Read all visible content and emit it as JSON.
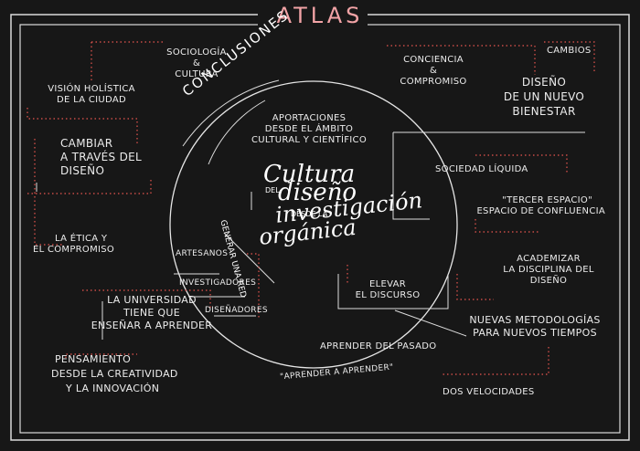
{
  "title": "ATLAS",
  "center": {
    "line1": "Cultura",
    "line2_small": "DEL",
    "line2": "diseño",
    "line3_small": "DESDE LA",
    "line3": "investigación",
    "line4": "orgánica"
  },
  "ring": {
    "conclusiones": "CONCLUSIONES",
    "generar": "GENERAR UNA RED",
    "aportaciones": [
      "APORTACIONES",
      "DESDE EL ÁMBITO",
      "CULTURAL Y CIENTÍFICO"
    ]
  },
  "nodes": {
    "sociologia": [
      "SOCIOLOGÍA",
      "&",
      "CULTURA"
    ],
    "vision": [
      "VISIÓN HOLÍSTICA",
      "DE LA CIUDAD"
    ],
    "cambiar": [
      "CAMBIAR",
      "A TRAVÉS DEL",
      "DISEÑO"
    ],
    "etica": [
      "LA ÉTICA Y",
      "EL COMPROMISO"
    ],
    "universidad": [
      "LA UNIVERSIDAD",
      "TIENE QUE",
      "ENSEÑAR A APRENDER"
    ],
    "pensamiento": [
      "PENSAMIENTO",
      "DESDE LA CREATIVIDAD",
      "Y LA INNOVACIÓN"
    ],
    "artesanos": "ARTESANOS",
    "investigadores": "INVESTIGADORES",
    "disenadores": "DISEÑADORES",
    "conciencia": [
      "CONCIENCIA",
      "&",
      "COMPROMISO"
    ],
    "cambios": "CAMBIOS",
    "diseno_bienestar": [
      "DISEÑO",
      "DE UN NUEVO",
      "BIENESTAR"
    ],
    "sociedad": "SOCIEDAD LÍQUIDA",
    "tercer": [
      "\"TERCER ESPACIO\"",
      "ESPACIO DE CONFLUENCIA"
    ],
    "academizar": [
      "ACADEMIZAR",
      "LA DISCIPLINA DEL",
      "DISEÑO"
    ],
    "elevar": [
      "ELEVAR",
      "EL DISCURSO"
    ],
    "metodologias": [
      "NUEVAS METODOLOGÍAS",
      "PARA NUEVOS TIEMPOS"
    ],
    "aprender_pasado": "APRENDER DEL PASADO",
    "aprender_aprender": "\"APRENDER A APRENDER\"",
    "velocidades": "DOS VELOCIDADES"
  },
  "colors": {
    "board": "#171717",
    "chalk": "#ececec",
    "accent": "#e8564f",
    "title": "#f2a3a6"
  }
}
